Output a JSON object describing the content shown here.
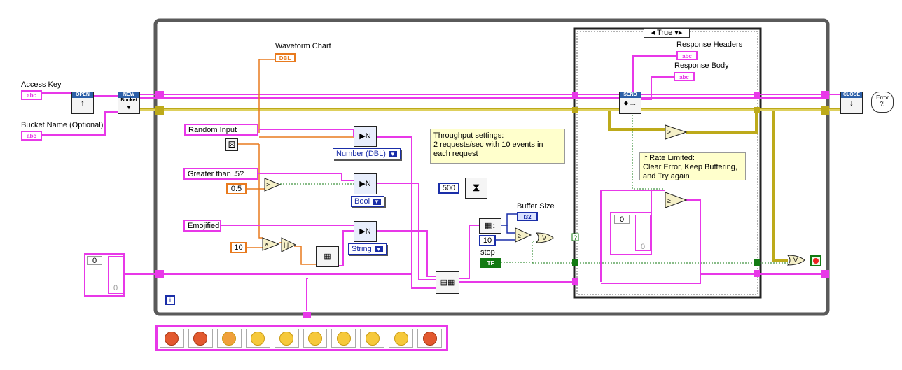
{
  "labels": {
    "access_key": "Access Key",
    "bucket_name": "Bucket Name (Optional)",
    "waveform_chart": "Waveform Chart",
    "response_headers": "Response Headers",
    "response_body": "Response Body",
    "buffer_size": "Buffer Size",
    "stop": "stop"
  },
  "controls": {
    "random_input": "Random Input",
    "greater_than": "Greater than .5?",
    "emojified": "Emojified"
  },
  "constants": {
    "half": "0.5",
    "ten_orange": "10",
    "ten_blue": "10",
    "rate_ms": "500",
    "array_index_left": "0",
    "array_index_right": "0",
    "array_elem_left": "0",
    "array_elem_right": "0"
  },
  "terminals": {
    "abc": "abc",
    "dbl": "DBL",
    "i32": "I32",
    "tf": "TF"
  },
  "rings": {
    "number": "Number (DBL)",
    "bool": "Bool",
    "string": "String"
  },
  "subvis": {
    "open": "OPEN",
    "new_bucket_hd": "NEW",
    "new_bucket_txt": "Bucket",
    "send": "SEND",
    "close": "CLOSE"
  },
  "case_selector": "True",
  "comments": {
    "throughput": [
      "Throughput settings:",
      "2 requests/sec with 10 events in",
      "each request"
    ],
    "rate_limited": [
      "If Rate Limited:",
      "Clear Error, Keep Buffering,",
      " and Try again"
    ]
  },
  "error_icon": [
    "Error",
    "?!"
  ],
  "info_icon": "i",
  "emoji_faces": [
    "face-cursing-icon",
    "face-angry-red-icon",
    "face-angry-icon",
    "face-frowning-icon",
    "face-slightly-frowning-icon",
    "face-neutral-icon",
    "face-slightly-smiling-icon",
    "face-grinning-icon",
    "face-star-struck-icon",
    "face-heart-eyes-icon"
  ],
  "colors": {
    "string_wire": "#e838e8",
    "numeric_wire": "#e87a1e",
    "integer_wire": "#1a2ea8",
    "boolean_wire": "#127a12",
    "error_wire": "#bdaa1a",
    "loop_border": "#555555"
  }
}
